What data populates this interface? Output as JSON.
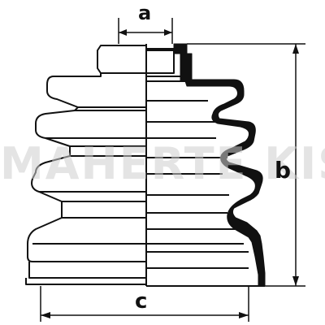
{
  "diagram": {
    "dimension_labels": {
      "a": "a",
      "b": "b",
      "c": "c"
    },
    "watermark": "MAHERTE KISS",
    "colors": {
      "line": "#111111",
      "background": "#ffffff",
      "watermark": "#cfcfcf"
    }
  }
}
